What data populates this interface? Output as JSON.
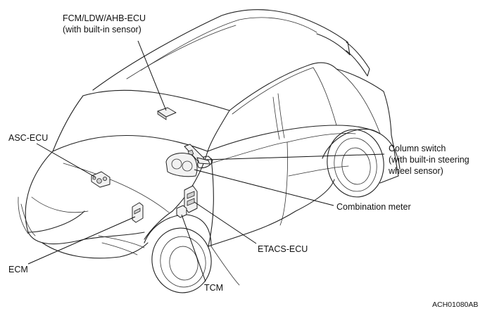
{
  "diagram": {
    "callouts": {
      "fcm": {
        "line1": "FCM/LDW/AHB-ECU",
        "line2": "(with built-in sensor)"
      },
      "asc": "ASC-ECU",
      "column_switch": {
        "line1": "Column switch",
        "line2": "(with built-in steering",
        "line3": "wheel sensor)"
      },
      "combination_meter": "Combination meter",
      "etacs": "ETACS-ECU",
      "ecm": "ECM",
      "tcm": "TCM"
    },
    "figure_code": "ACH01080AB"
  }
}
